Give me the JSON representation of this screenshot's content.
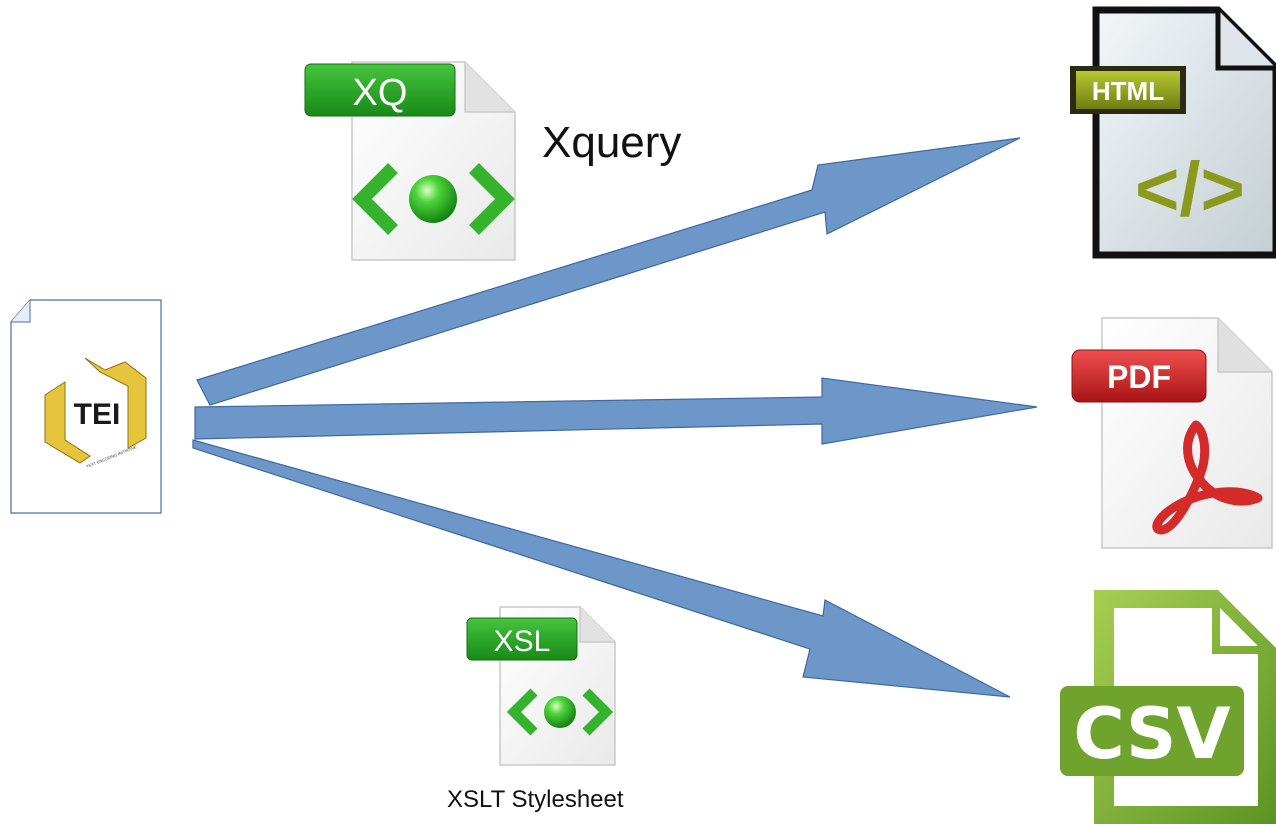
{
  "source": {
    "name": "TEI document",
    "logo_text": "TEI",
    "logo_subtext": "TEXT ENCODING INITIATIVE"
  },
  "transforms": {
    "xquery": {
      "badge": "XQ",
      "label": "Xquery"
    },
    "xslt": {
      "badge": "XSL",
      "label": "XSLT Stylesheet"
    }
  },
  "outputs": {
    "html": {
      "badge": "HTML",
      "symbol": "</>"
    },
    "pdf": {
      "badge": "PDF"
    },
    "csv": {
      "badge": "CSV"
    }
  },
  "colors": {
    "arrow": "#6d97c9",
    "arrow_edge": "#3b69a3",
    "xml_green": "#3cb43a",
    "html_olive": "#8a9a1c",
    "pdf_red": "#d42a2a",
    "csv_green": "#7aae36",
    "tei_gold": "#e6c53c"
  }
}
